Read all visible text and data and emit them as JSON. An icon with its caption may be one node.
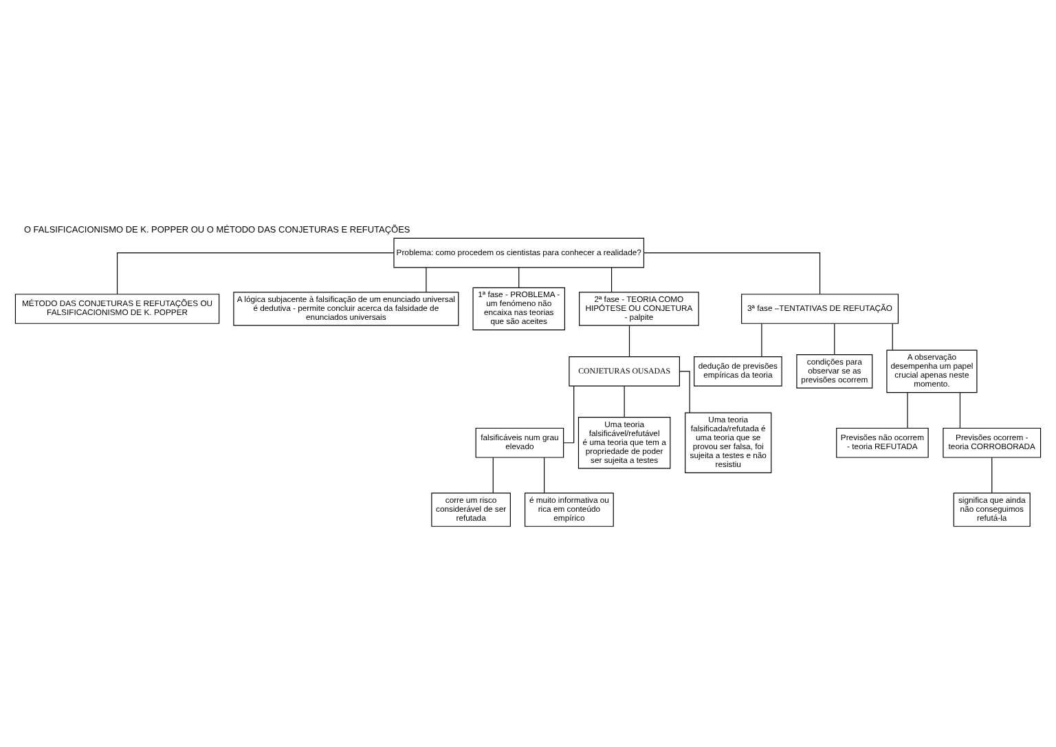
{
  "diagram": {
    "title": "O FALSIFICACIONISMO DE K. POPPER OU O MÉTODO DAS CONJETURAS E REFUTAÇÕES",
    "nodes": [
      {
        "text": [
          "Problema: como procedem os cientistas para conhecer a realidade?"
        ]
      },
      {
        "text": [
          "MÉTODO DAS CONJETURAS E REFUTAÇÕES OU FALSIFICACIONISMO DE K. POPPER"
        ]
      },
      {
        "text": [
          "A lógica subjacente à falsificação de um enunciado universal é dedutiva - permite concluir acerca da falsidade de enunciados universais"
        ]
      },
      {
        "text": [
          "1ª fase - PROBLEMA - um fenómeno não encaixa nas teorias que são aceites"
        ]
      },
      {
        "text": [
          "2ª fase - TEORIA COMO HIPÓTESE OU CONJETURA - palpite"
        ]
      },
      {
        "text": [
          "3ª fase –TENTATIVAS DE REFUTAÇÃO"
        ]
      },
      {
        "text": [
          "CONJETURAS OUSADAS"
        ]
      },
      {
        "text": [
          "dedução de previsões empíricas da teoria"
        ]
      },
      {
        "text": [
          "condições para observar se as previsões ocorrem"
        ]
      },
      {
        "text": [
          "A observação desempenha um papel crucial apenas neste momento."
        ]
      },
      {
        "text": [
          "falsificáveis num grau elevado"
        ]
      },
      {
        "text": [
          "Uma teoria falsificável/refutável é uma teoria que tem a propriedade de poder ser sujeita a testes"
        ]
      },
      {
        "text": [
          "Uma teoria falsificada/refutada é uma teoria que se provou ser falsa, foi sujeita a testes e não resistiu"
        ]
      },
      {
        "text": [
          "Previsões não ocorrem - teoria REFUTADA"
        ]
      },
      {
        "text": [
          "Previsões ocorrem - teoria CORROBORADA"
        ]
      },
      {
        "text": [
          "corre um risco considerável de ser refutada"
        ]
      },
      {
        "text": [
          "é muito informativa ou rica em conteúdo empírico"
        ]
      },
      {
        "text": [
          "significa que ainda não conseguimos refutá-la"
        ]
      }
    ],
    "edges": [
      {
        "from": 0,
        "to": 1,
        "arrow": "none"
      },
      {
        "from": 0,
        "to": 2,
        "arrow": "none"
      },
      {
        "from": 0,
        "to": 3,
        "arrow": "none"
      },
      {
        "from": 0,
        "to": 4,
        "arrow": "none"
      },
      {
        "from": 0,
        "to": 5,
        "arrow": "none"
      },
      {
        "from": 4,
        "to": 6,
        "arrow": "none"
      },
      {
        "from": 5,
        "to": 7,
        "arrow": "none"
      },
      {
        "from": 5,
        "to": 8,
        "arrow": "none"
      },
      {
        "from": 5,
        "to": 9,
        "arrow": "none"
      },
      {
        "from": 6,
        "to": 10,
        "arrow": "none"
      },
      {
        "from": 6,
        "to": 11,
        "arrow": "none"
      },
      {
        "from": 6,
        "to": 12,
        "arrow": "none"
      },
      {
        "from": 9,
        "to": 13,
        "arrow": "none"
      },
      {
        "from": 9,
        "to": 14,
        "arrow": "none"
      },
      {
        "from": 10,
        "to": 15,
        "arrow": "none"
      },
      {
        "from": 10,
        "to": 16,
        "arrow": "none"
      },
      {
        "from": 14,
        "to": 17,
        "arrow": "none"
      }
    ]
  }
}
